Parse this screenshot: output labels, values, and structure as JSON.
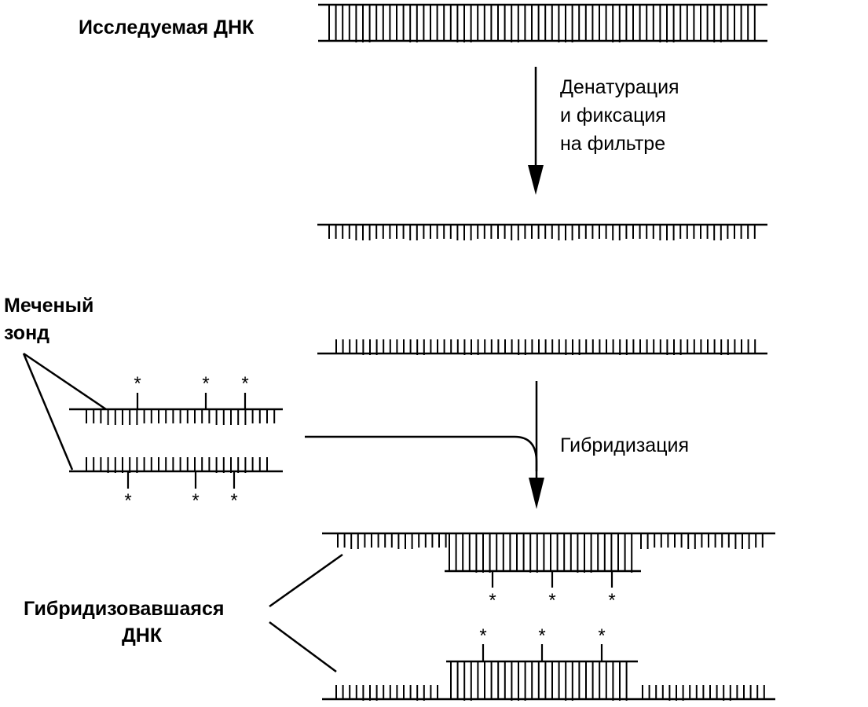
{
  "labels": {
    "studied_dna": "Исследуемая ДНК",
    "denat_line1": "Денатурация",
    "denat_line2": "и фиксация",
    "denat_line3": "на фильтре",
    "probe_line1": "Меченый",
    "probe_line2": "зонд",
    "hybridization": "Гибридизация",
    "hybrid_line1": "Гибридизовавшаяся",
    "hybrid_line2": "ДНК"
  },
  "marker_symbol": "*"
}
